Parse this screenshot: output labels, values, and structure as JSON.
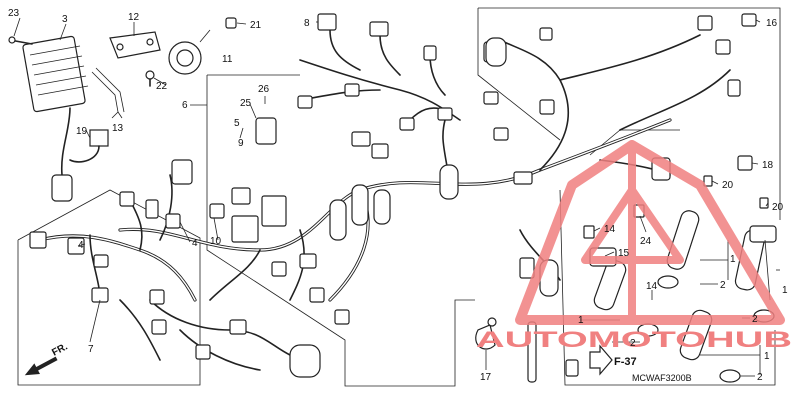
{
  "callouts": [
    {
      "id": "c23",
      "text": "23"
    },
    {
      "id": "c3",
      "text": "3"
    },
    {
      "id": "c12",
      "text": "12"
    },
    {
      "id": "c21",
      "text": "21"
    },
    {
      "id": "c16",
      "text": "16"
    },
    {
      "id": "c8",
      "text": "8"
    },
    {
      "id": "c11",
      "text": "11"
    },
    {
      "id": "c22",
      "text": "22"
    },
    {
      "id": "c19",
      "text": "19"
    },
    {
      "id": "c13",
      "text": "13"
    },
    {
      "id": "c6",
      "text": "6"
    },
    {
      "id": "c26",
      "text": "26"
    },
    {
      "id": "c25",
      "text": "25"
    },
    {
      "id": "c5",
      "text": "5"
    },
    {
      "id": "c9",
      "text": "9"
    },
    {
      "id": "c10",
      "text": "10"
    },
    {
      "id": "c4a",
      "text": "4"
    },
    {
      "id": "c4b",
      "text": "4"
    },
    {
      "id": "c7",
      "text": "7"
    },
    {
      "id": "c18",
      "text": "18"
    },
    {
      "id": "c20a",
      "text": "20"
    },
    {
      "id": "c20b",
      "text": "20"
    },
    {
      "id": "c14a",
      "text": "14"
    },
    {
      "id": "c24",
      "text": "24"
    },
    {
      "id": "c15",
      "text": "15"
    },
    {
      "id": "c1a",
      "text": "1"
    },
    {
      "id": "c2a",
      "text": "2"
    },
    {
      "id": "c14b",
      "text": "14"
    },
    {
      "id": "c1b",
      "text": "1"
    },
    {
      "id": "c2b",
      "text": "2"
    },
    {
      "id": "c1c",
      "text": "1"
    },
    {
      "id": "c2c",
      "text": "2"
    },
    {
      "id": "c1d",
      "text": "1"
    },
    {
      "id": "c2d",
      "text": "2"
    },
    {
      "id": "c17",
      "text": "17"
    }
  ],
  "reference": "F-37",
  "front_label": "FR.",
  "drawing_code": "MCWAF3200B",
  "watermark": {
    "text": "AUTOMOTOHUB",
    "color": "#f08080"
  }
}
